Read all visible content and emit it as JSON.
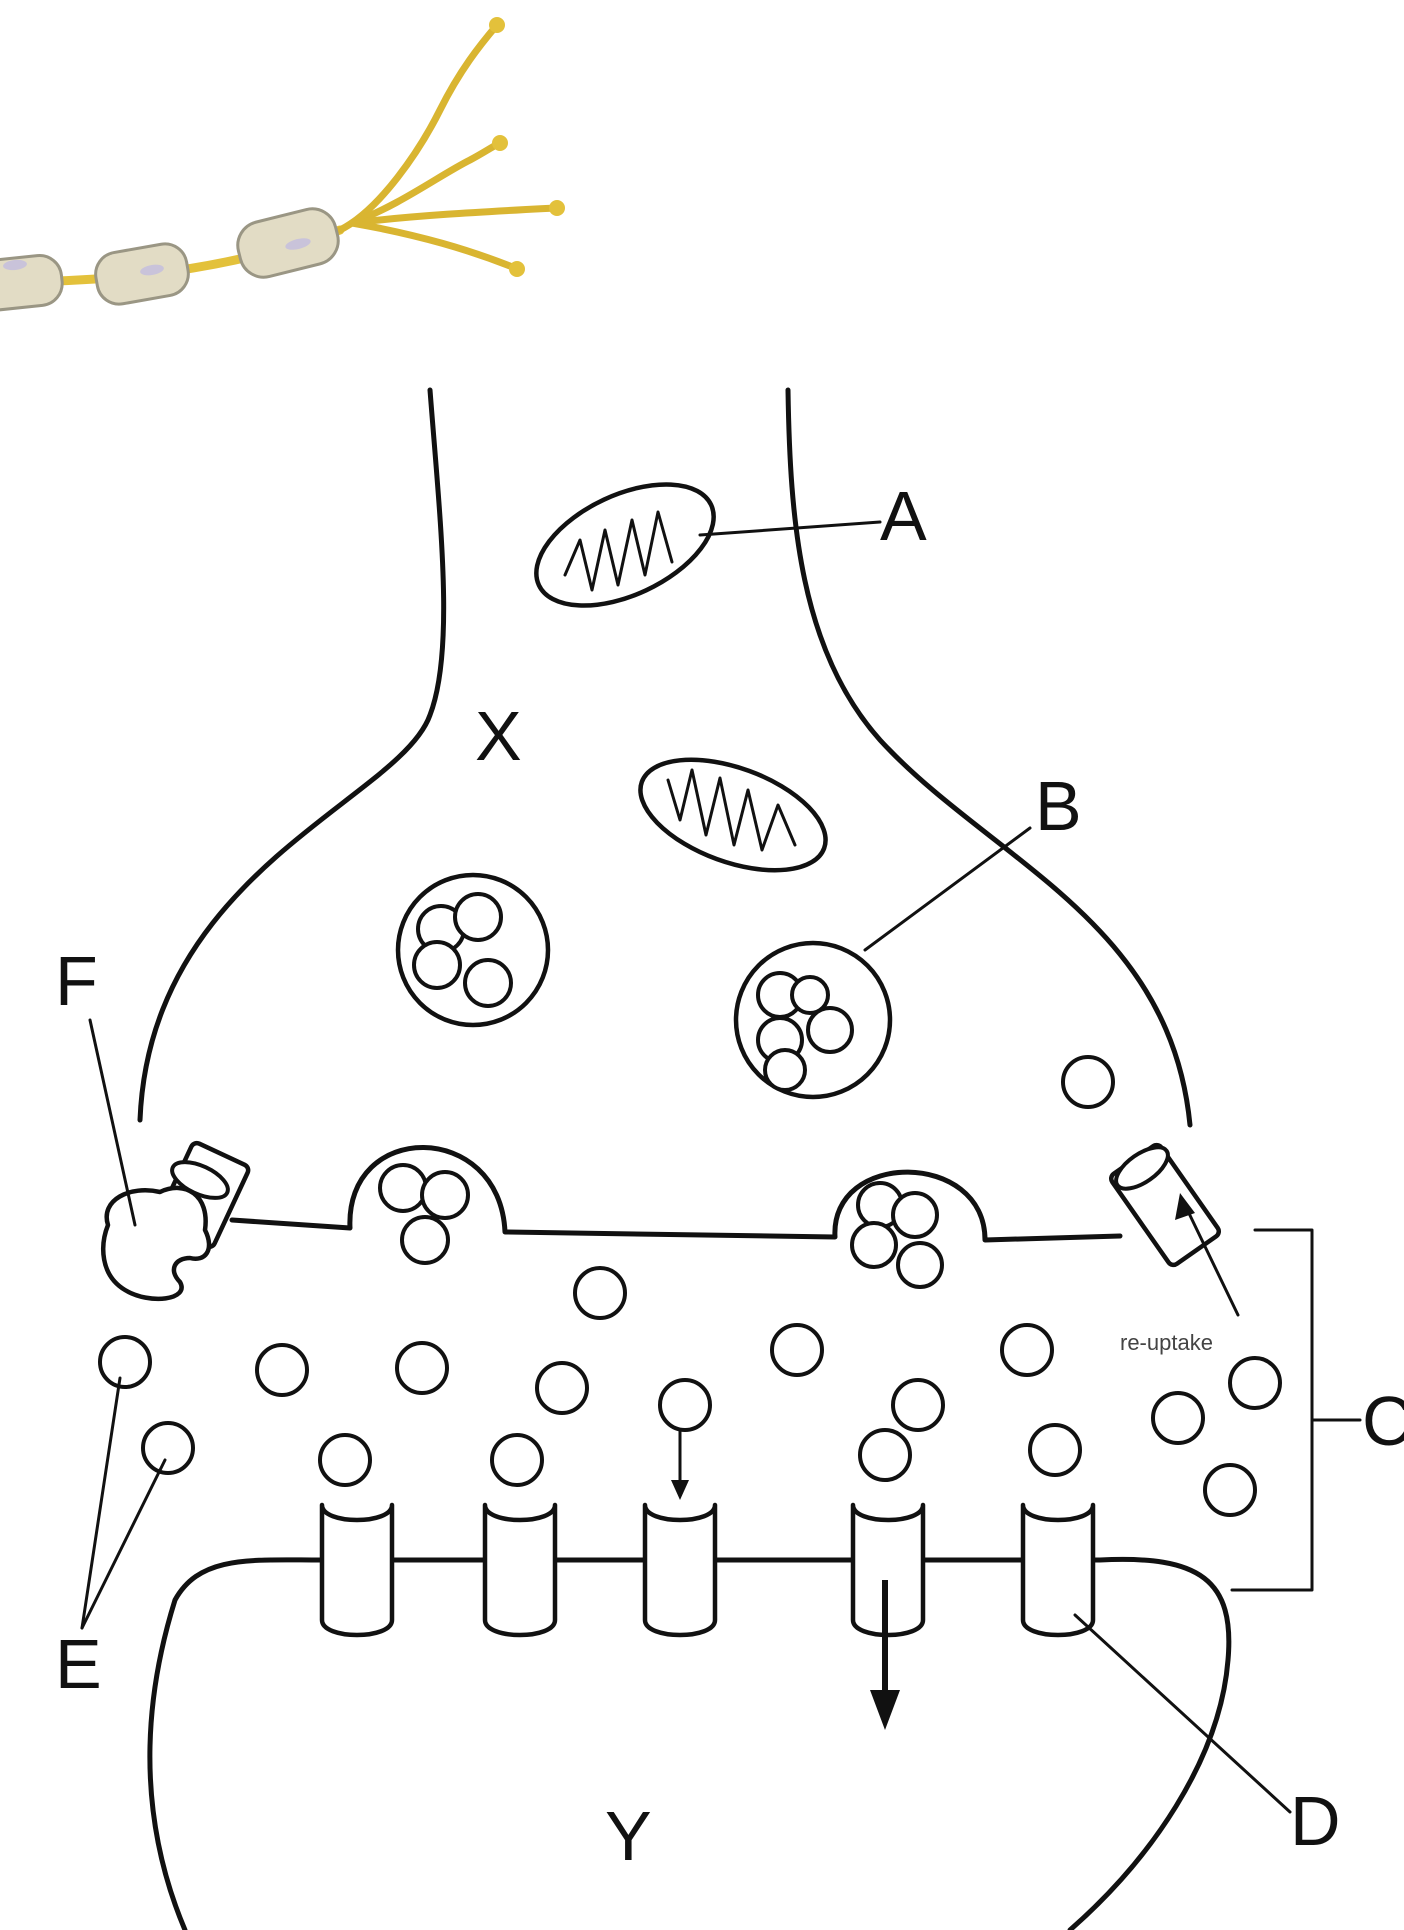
{
  "labels": {
    "A": "A",
    "B": "B",
    "C": "C",
    "D": "D",
    "E": "E",
    "F": "F",
    "X": "X",
    "Y": "Y"
  },
  "annotation": {
    "reuptake": "re-uptake"
  },
  "colors": {
    "axon_yellow": "#e3c13b",
    "myelin_fill": "#e2dcc5",
    "myelin_stroke": "#9a9684",
    "nucleus": "#c9c3da",
    "line": "#111111"
  }
}
